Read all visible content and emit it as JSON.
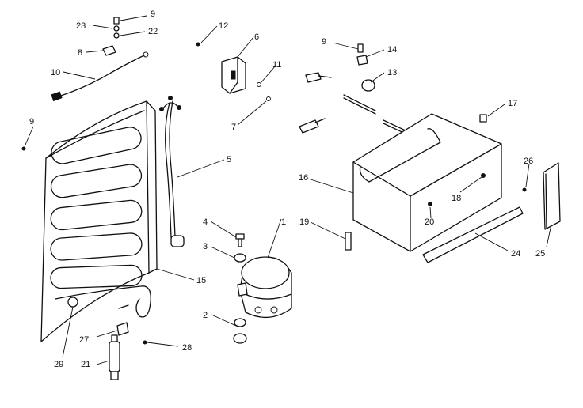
{
  "callouts": [
    {
      "id": "c9a",
      "text": "9"
    },
    {
      "id": "c23",
      "text": "23"
    },
    {
      "id": "c22",
      "text": "22"
    },
    {
      "id": "c8",
      "text": "8"
    },
    {
      "id": "c10",
      "text": "10"
    },
    {
      "id": "c9b",
      "text": "9"
    },
    {
      "id": "c12",
      "text": "12"
    },
    {
      "id": "c6",
      "text": "6"
    },
    {
      "id": "c11",
      "text": "11"
    },
    {
      "id": "c7",
      "text": "7"
    },
    {
      "id": "c9c",
      "text": "9"
    },
    {
      "id": "c14",
      "text": "14"
    },
    {
      "id": "c13",
      "text": "13"
    },
    {
      "id": "c17",
      "text": "17"
    },
    {
      "id": "c16",
      "text": "16"
    },
    {
      "id": "c18",
      "text": "18"
    },
    {
      "id": "c26",
      "text": "26"
    },
    {
      "id": "c19",
      "text": "19"
    },
    {
      "id": "c20",
      "text": "20"
    },
    {
      "id": "c24",
      "text": "24"
    },
    {
      "id": "c25",
      "text": "25"
    },
    {
      "id": "c5",
      "text": "5"
    },
    {
      "id": "c4",
      "text": "4"
    },
    {
      "id": "c3",
      "text": "3"
    },
    {
      "id": "c1",
      "text": "1"
    },
    {
      "id": "c15",
      "text": "15"
    },
    {
      "id": "c2",
      "text": "2"
    },
    {
      "id": "c27",
      "text": "27"
    },
    {
      "id": "c28",
      "text": "28"
    },
    {
      "id": "c29",
      "text": "29"
    },
    {
      "id": "c21",
      "text": "21"
    }
  ]
}
